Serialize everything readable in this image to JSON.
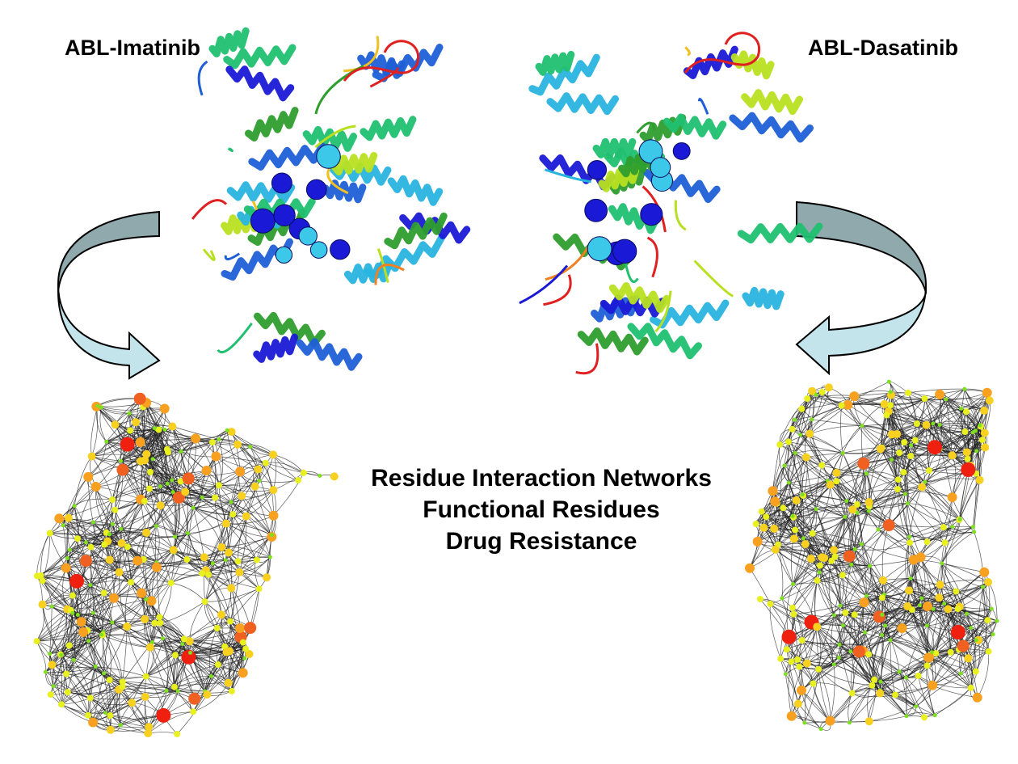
{
  "labels": {
    "left": "ABL-Imatinib",
    "right": "ABL-Dasatinib"
  },
  "center_lines": [
    "Residue Interaction Networks",
    "Functional Residues",
    "Drug Resistance"
  ],
  "colors": {
    "arrow_dark": "#8fa9ad",
    "arrow_light": "#c2e4ea",
    "arrow_outline": "#000000",
    "structure_palette": [
      "#1a1ad6",
      "#1f5fd6",
      "#29b4e0",
      "#20c070",
      "#2e9e2e",
      "#b8e020",
      "#f0c020",
      "#f08020",
      "#e02020"
    ],
    "node_palette": [
      "#7fe020",
      "#e8f020",
      "#f8d020",
      "#f8a020",
      "#f06020",
      "#f02010"
    ],
    "network_edge": "#222222"
  },
  "icons": {
    "left_arrow": "curved-arrow-down-right-icon",
    "right_arrow": "curved-arrow-down-left-icon",
    "left_protein": "protein-ribbon-structure",
    "right_protein": "protein-ribbon-structure",
    "left_network": "residue-network-graph",
    "right_network": "residue-network-graph"
  }
}
